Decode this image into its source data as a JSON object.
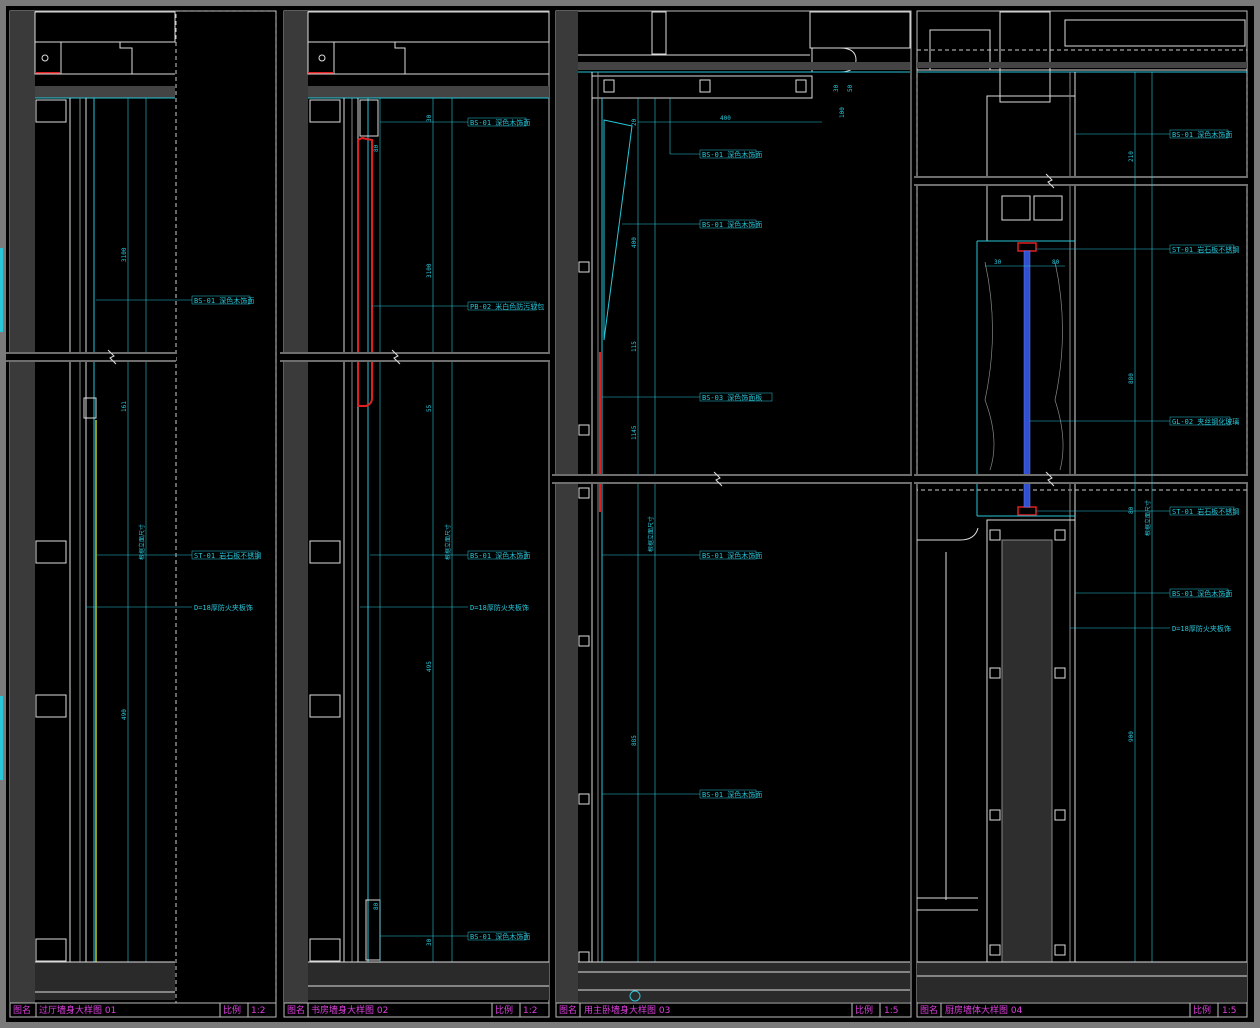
{
  "colors": {
    "background": "#000000",
    "frame": "#7a7a7a",
    "cyan": "#29c6d9",
    "white": "#e8e8e8",
    "magenta": "#e040e0",
    "red": "#e02020",
    "yellow": "#c8c820",
    "blue": "#3050d0",
    "grey": "#3a3a3a"
  },
  "panels": [
    {
      "id": "p1",
      "title_prefix": "图名",
      "title": "过厅墙身大样图 01",
      "scale_label": "比例",
      "scale": "1:2",
      "dims": [
        "3100",
        "161",
        "490"
      ],
      "vertical_label": "根据立面尺寸",
      "callouts": [
        "BS-01 深色木饰面",
        "ST-01 岩石板不锈钢",
        "D=18厚防火夹板饰"
      ]
    },
    {
      "id": "p2",
      "title_prefix": "图名",
      "title": "书房墙身大样图 02",
      "scale_label": "比例",
      "scale": "1:2",
      "dims": [
        "30",
        "80",
        "3100",
        "55",
        "495",
        "80",
        "30"
      ],
      "vertical_label": "根据立面尺寸",
      "callouts": [
        "BS-01 深色木饰面",
        "PB-02 米白色防污软包",
        "BS-01 深色木饰面",
        "D=18厚防火夹板饰",
        "BS-01 深色木饰面"
      ]
    },
    {
      "id": "p3",
      "title_prefix": "图名",
      "title": "用主卧墙身大样图 03",
      "scale_label": "比例",
      "scale": "1:5",
      "dims": [
        "400",
        "400",
        "115",
        "1145",
        "885",
        "20",
        "30",
        "50",
        "100"
      ],
      "vertical_label": "根据立面尺寸",
      "callouts": [
        "BS-01 深色木饰面",
        "BS-01 深色木饰面",
        "BS-03 深色饰面板",
        "BS-01 深色木饰面",
        "BS-01 深色木饰面"
      ]
    },
    {
      "id": "p4",
      "title_prefix": "图名",
      "title": "厨房墙体大样图 04",
      "scale_label": "比例",
      "scale": "1:5",
      "dims": [
        "210",
        "30",
        "80",
        "880",
        "900",
        "80"
      ],
      "vertical_label": "根据立面尺寸",
      "callouts": [
        "BS-01 深色木饰面",
        "ST-01 岩石板不锈钢",
        "GL-02 夹丝钢化玻璃",
        "ST-01 岩石板不锈钢",
        "BS-01 深色木饰面",
        "D=18厚防火夹板饰"
      ]
    }
  ]
}
